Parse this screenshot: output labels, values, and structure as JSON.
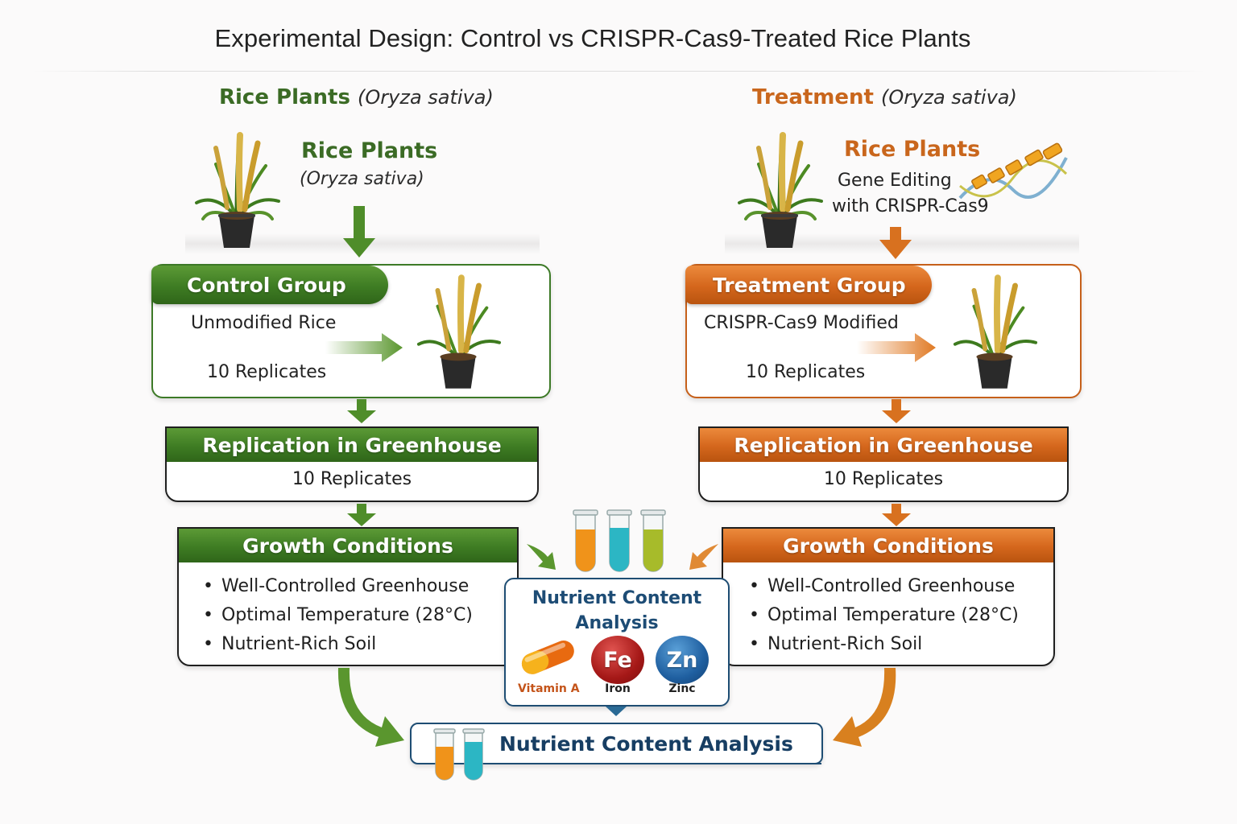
{
  "title": "Experimental Design: Control vs CRISPR-Cas9-Treated Rice Plants",
  "colors": {
    "control_green": "#3e7c23",
    "treatment_orange": "#d4661c",
    "analysis_blue": "#1d4c75"
  },
  "control": {
    "column_heading": "Rice Plants",
    "column_heading_species": "(Oryza sativa)",
    "source_title": "Rice Plants",
    "source_species": "(Oryza sativa)",
    "group_label": "Control Group",
    "group_description": "Unmodified Rice",
    "group_replicates": "10 Replicates",
    "replication_title": "Replication in Greenhouse",
    "replication_value": "10 Replicates",
    "growth_title": "Growth Conditions",
    "growth_items": [
      "Well-Controlled Greenhouse",
      "Optimal Temperature (28°C)",
      "Nutrient-Rich Soil"
    ]
  },
  "treatment": {
    "column_heading": "Treatment",
    "column_heading_species": "(Oryza sativa)",
    "source_title": "Rice Plants",
    "source_line1": "Gene Editing",
    "source_line2": "with CRISPR-Cas9",
    "group_label": "Treatment Group",
    "group_description": "CRISPR-Cas9 Modified",
    "group_replicates": "10 Replicates",
    "replication_title": "Replication in Greenhouse",
    "replication_value": "10 Replicates",
    "growth_title": "Growth Conditions",
    "growth_items": [
      "Well-Controlled Greenhouse",
      "Optimal Temperature (28°C)",
      "Nutrient-Rich Soil"
    ]
  },
  "analysis": {
    "title_line1": "Nutrient Content",
    "title_line2": "Analysis",
    "nutrients": [
      {
        "symbol": "",
        "label": "Vitamin A",
        "icon": "capsule-icon"
      },
      {
        "symbol": "Fe",
        "label": "Iron",
        "icon": "iron-element-icon"
      },
      {
        "symbol": "Zn",
        "label": "Zinc",
        "icon": "zinc-element-icon"
      }
    ],
    "test_tube_colors": [
      "#f0931a",
      "#2cb6c4",
      "#a7bb2a"
    ]
  },
  "final": {
    "title": "Nutrient Content Analysis"
  }
}
